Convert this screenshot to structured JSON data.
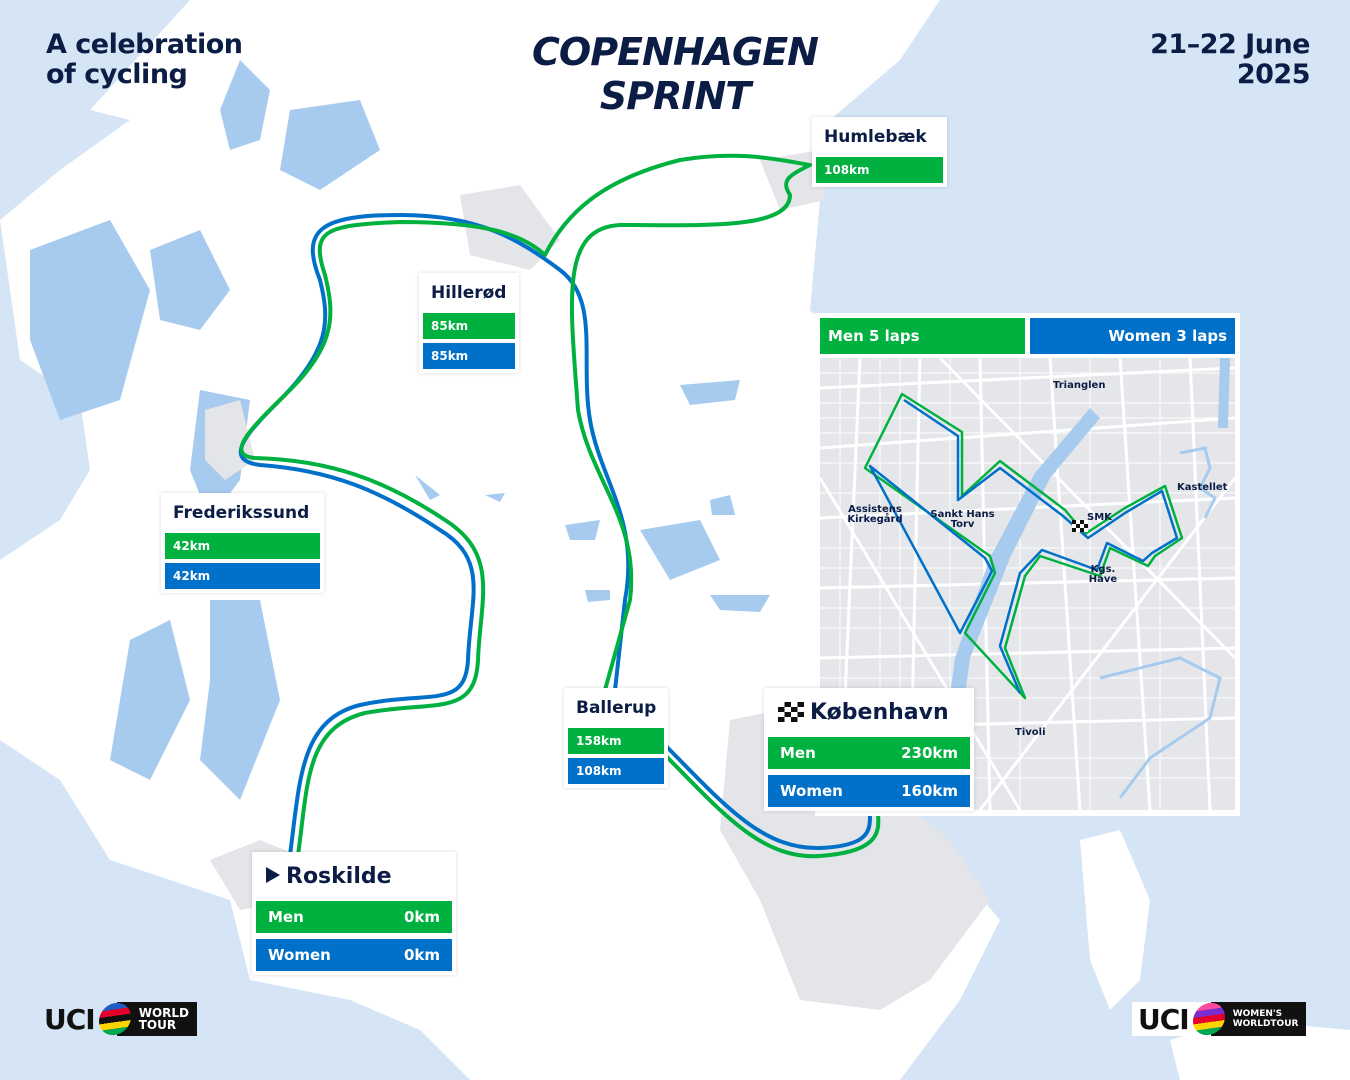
{
  "header": {
    "tagline_1": "A celebration",
    "tagline_2": "of cycling",
    "title_1": "COPENHAGEN",
    "title_2": "SPRINT",
    "date_1": "21–22 June",
    "date_2": "2025"
  },
  "colors": {
    "men": "#00b140",
    "women": "#0070c9",
    "sea": "#d5e5f6",
    "land": "#ffffff",
    "text": "#0b1d45"
  },
  "stops": {
    "humlebaek": {
      "name": "Humlebæk",
      "men": "108km"
    },
    "hillerod": {
      "name": "Hillerød",
      "men": "85km",
      "women": "85km"
    },
    "frederikssund": {
      "name": "Frederikssund",
      "men": "42km",
      "women": "42km"
    },
    "ballerup": {
      "name": "Ballerup",
      "men": "158km",
      "women": "108km"
    },
    "roskilde": {
      "icon": "start-play-icon",
      "name": "Roskilde",
      "men_label": "Men",
      "men": "0km",
      "women_label": "Women",
      "women": "0km"
    },
    "kobenhavn": {
      "icon": "finish-flag-icon",
      "name": "København",
      "men_label": "Men",
      "men": "230km",
      "women_label": "Women",
      "women": "160km"
    }
  },
  "inset": {
    "men_laps": "Men 5 laps",
    "women_laps": "Women 3 laps",
    "labels": {
      "trianglen": "Trianglen",
      "kastellet": "Kastellet",
      "assistens": "Assistens Kirkegård",
      "sankt_hans": "Sankt Hans Torv",
      "smk": "SMK",
      "kgs_have": "Kgs. Have",
      "tivoli": "Tivoli"
    }
  },
  "logos": {
    "men": {
      "uci": "UCI",
      "text_1": "WORLD",
      "text_2": "TOUR"
    },
    "women": {
      "uci": "UCI",
      "text_1": "WOMEN'S",
      "text_2": "WORLDTOUR"
    }
  }
}
